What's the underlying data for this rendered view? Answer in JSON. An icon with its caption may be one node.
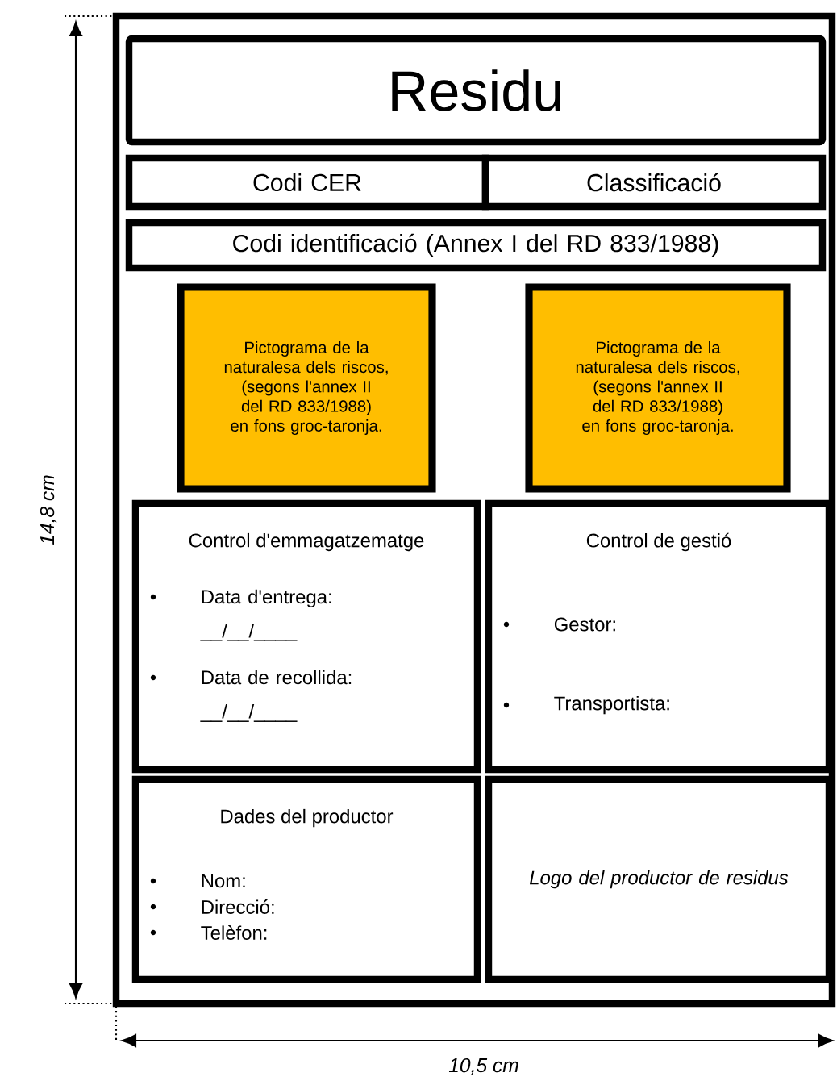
{
  "diagram": {
    "nodes": [
      {
        "text": [],
        "shape": "box"
      },
      {
        "text": [
          "Residu"
        ],
        "in": 0
      },
      {
        "text": [
          "Codi CER"
        ],
        "in": 0
      },
      {
        "text": [
          "Classificació"
        ],
        "in": 0
      },
      {
        "text": [
          "Codi identificació (Annex I del RD 833/1988)"
        ],
        "in": 0
      },
      {
        "text": [
          "Pictograma de la naturalesa dels riscos, (segons l'annex II del RD 833/1988) en fons groc-taronja."
        ],
        "in": 0
      },
      {
        "text": [
          "Pictograma de la naturalesa dels riscos, (segons l'annex II del RD 833/1988) en fons groc-taronja."
        ],
        "in": 0
      },
      {
        "text": [
          "Control d'emmagatzematge",
          "Data d'entrega: __/__/____",
          "Data de recollida: __/__/____"
        ],
        "in": 0
      },
      {
        "text": [
          "Control de gestió",
          "Gestor:",
          "Transportista:"
        ],
        "in": 0
      },
      {
        "text": [
          "Dades del productor",
          "Nom:",
          "Direcció:",
          "Telèfon:"
        ],
        "in": 0
      },
      {
        "text": [
          "Logo del productor de residus"
        ],
        "in": 0
      }
    ],
    "labels": [
      "14,8 cm",
      "10,5 cm"
    ]
  }
}
